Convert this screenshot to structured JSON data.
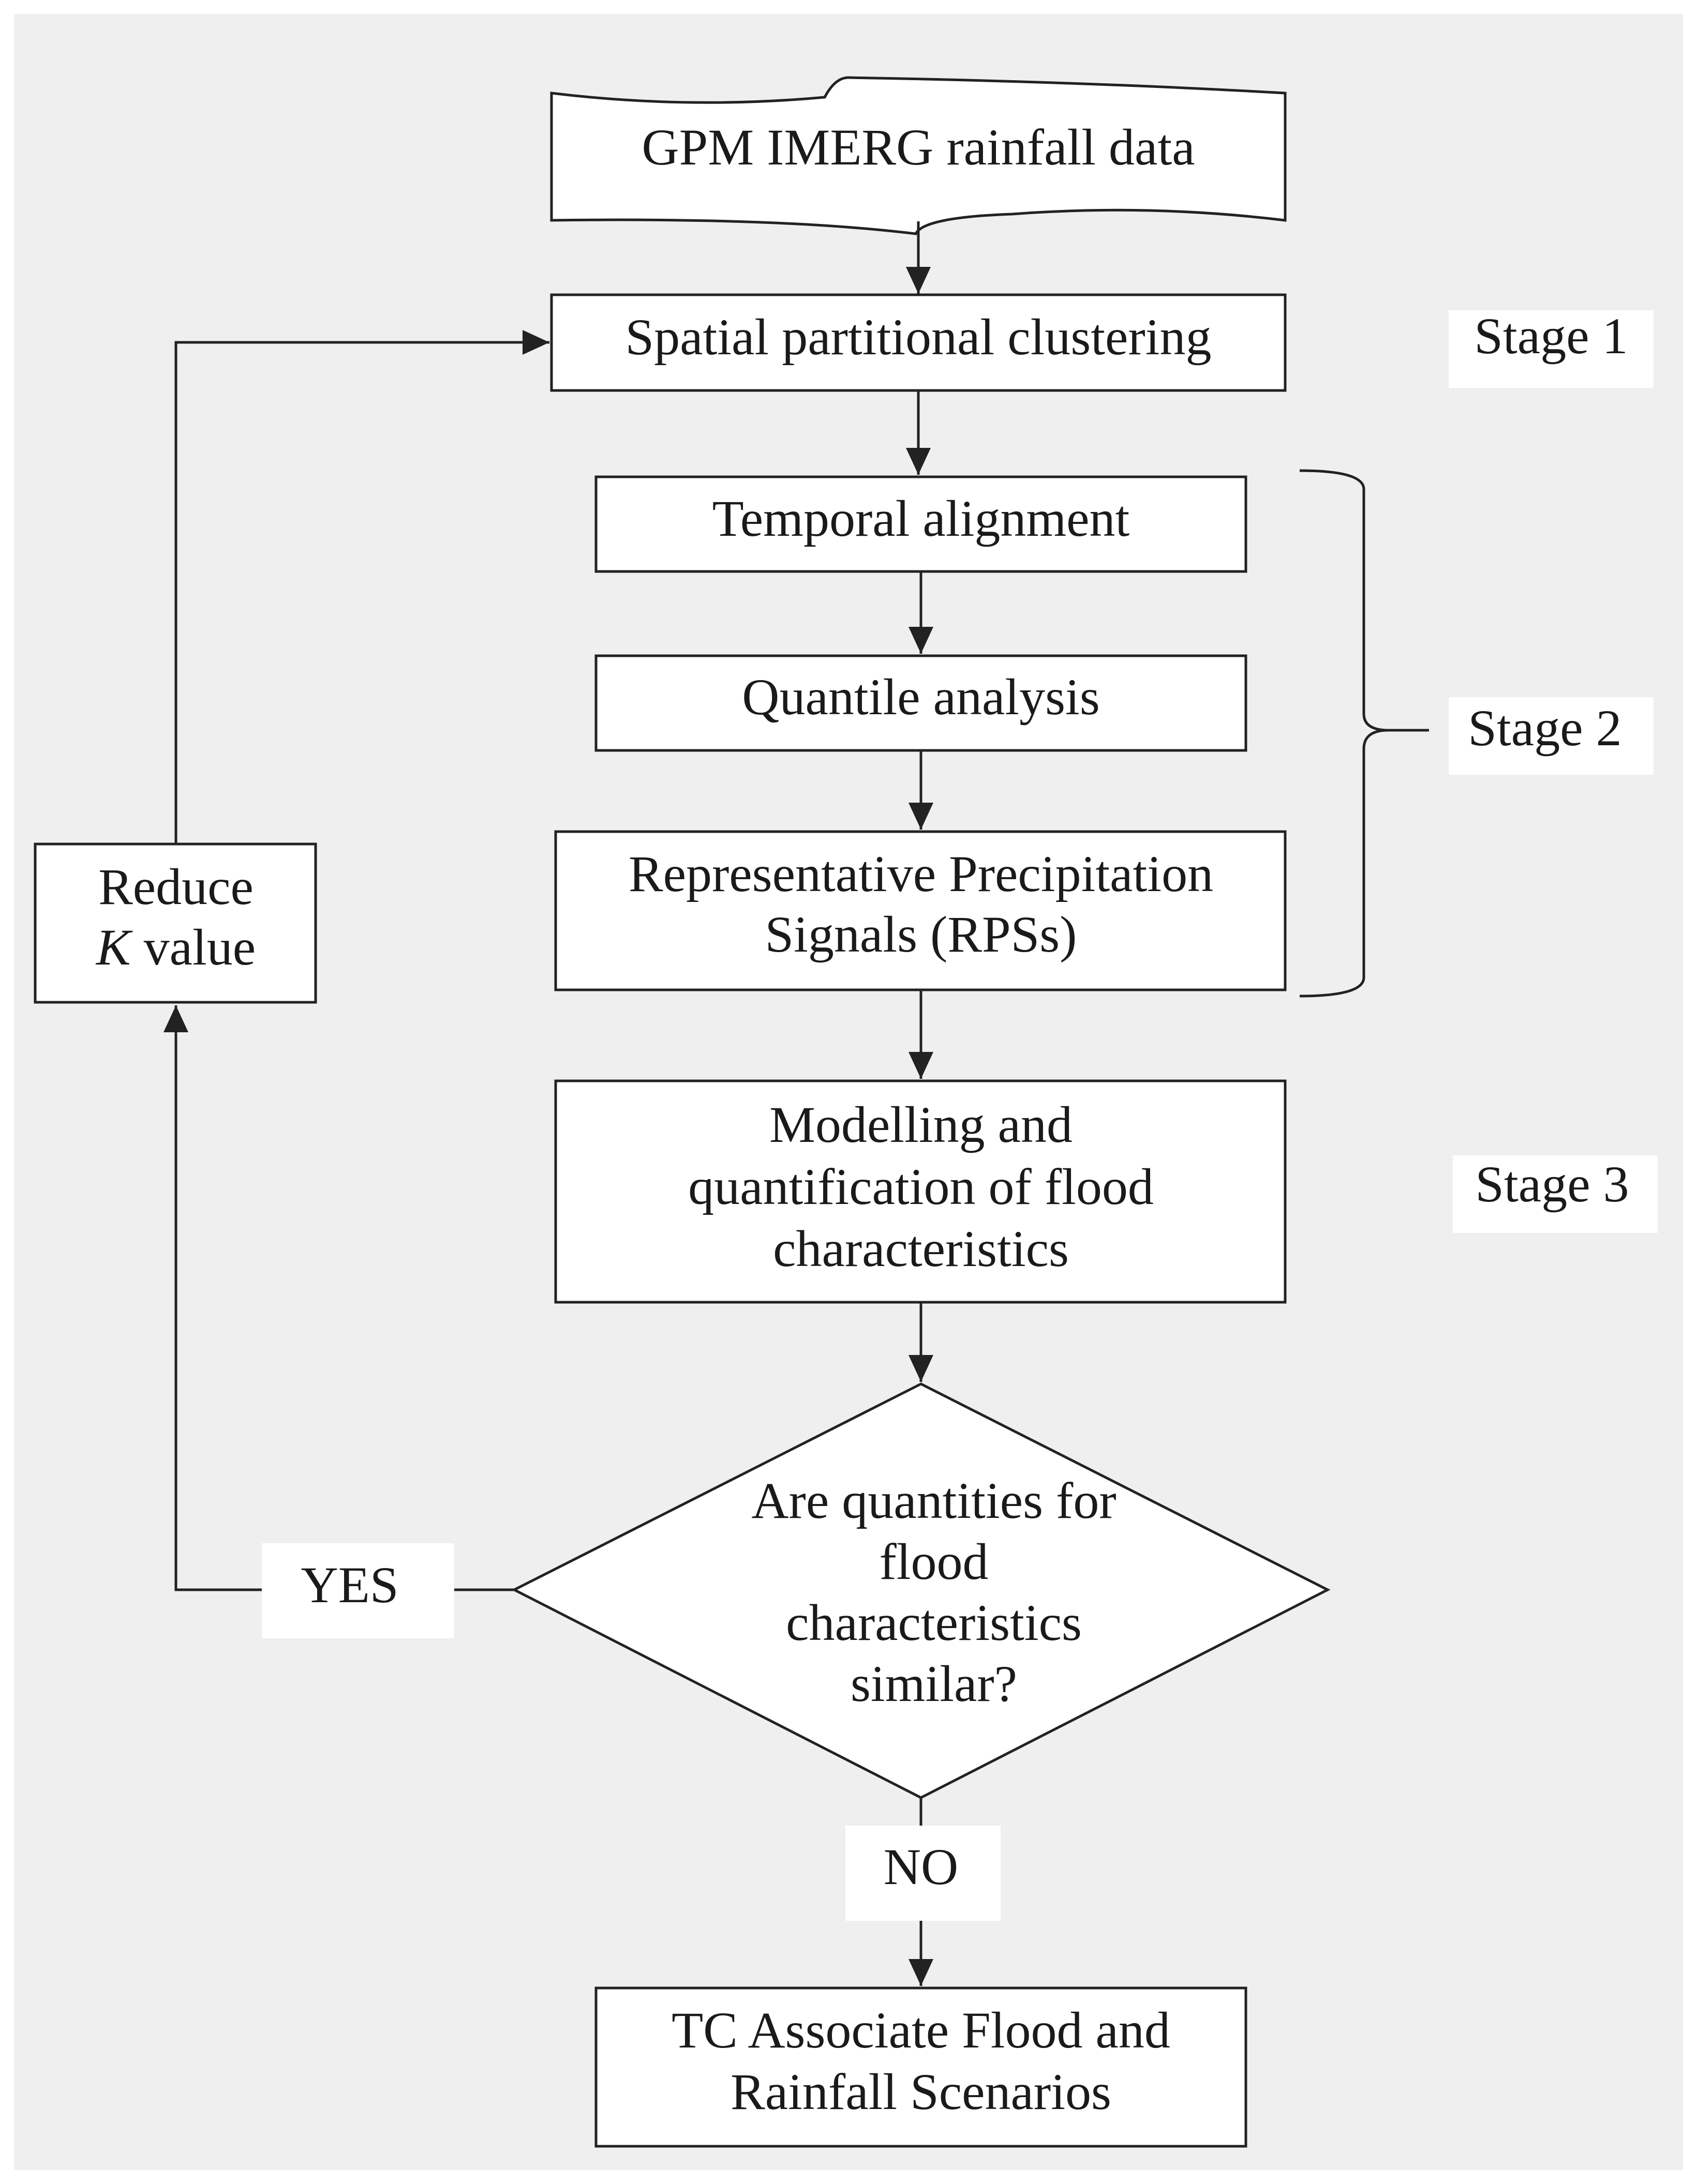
{
  "nodes": {
    "input": "GPM IMERG rainfall data",
    "clustering": "Spatial partitional clustering",
    "temporal": "Temporal alignment",
    "quantile": "Quantile analysis",
    "rps": [
      "Representative Precipitation",
      "Signals (RPSs)"
    ],
    "modelling": [
      "Modelling and",
      "quantification of flood",
      "characteristics"
    ],
    "decision": [
      "Are quantities for",
      "flood",
      "characteristics",
      "similar?"
    ],
    "reduce": {
      "line1": "Reduce",
      "k": "K",
      "rest": " value"
    },
    "output": [
      "TC Associate Flood and",
      "Rainfall Scenarios"
    ]
  },
  "branches": {
    "yes": "YES",
    "no": "NO"
  },
  "stages": {
    "stage1": "Stage 1",
    "stage2": "Stage 2",
    "stage3": "Stage 3"
  }
}
